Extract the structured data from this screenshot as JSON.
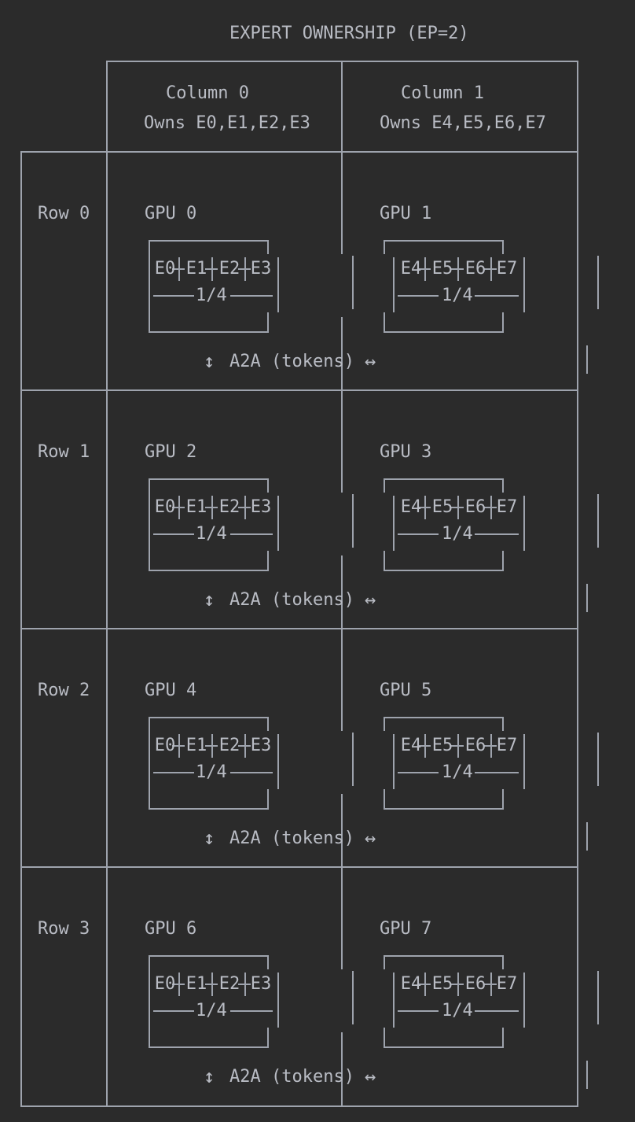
{
  "title": "EXPERT OWNERSHIP (EP=2)",
  "columns": [
    {
      "label": "Column 0",
      "owns": "Owns E0,E1,E2,E3"
    },
    {
      "label": "Column 1",
      "owns": "Owns E4,E5,E6,E7"
    }
  ],
  "rows": [
    {
      "label": "Row 0",
      "gpus": [
        {
          "label": "GPU 0",
          "experts": [
            "E0",
            "E1",
            "E2",
            "E3"
          ],
          "share": "1/4"
        },
        {
          "label": "GPU 1",
          "experts": [
            "E4",
            "E5",
            "E6",
            "E7"
          ],
          "share": "1/4"
        }
      ],
      "a2a": {
        "arrow_left": "↕",
        "text": "A2A (tokens)",
        "arrow_right": "↔"
      }
    },
    {
      "label": "Row 1",
      "gpus": [
        {
          "label": "GPU 2",
          "experts": [
            "E0",
            "E1",
            "E2",
            "E3"
          ],
          "share": "1/4"
        },
        {
          "label": "GPU 3",
          "experts": [
            "E4",
            "E5",
            "E6",
            "E7"
          ],
          "share": "1/4"
        }
      ],
      "a2a": {
        "arrow_left": "↕",
        "text": "A2A (tokens)",
        "arrow_right": "↔"
      }
    },
    {
      "label": "Row 2",
      "gpus": [
        {
          "label": "GPU 4",
          "experts": [
            "E0",
            "E1",
            "E2",
            "E3"
          ],
          "share": "1/4"
        },
        {
          "label": "GPU 5",
          "experts": [
            "E4",
            "E5",
            "E6",
            "E7"
          ],
          "share": "1/4"
        }
      ],
      "a2a": {
        "arrow_left": "↕",
        "text": "A2A (tokens)",
        "arrow_right": "↔"
      }
    },
    {
      "label": "Row 3",
      "gpus": [
        {
          "label": "GPU 6",
          "experts": [
            "E0",
            "E1",
            "E2",
            "E3"
          ],
          "share": "1/4"
        },
        {
          "label": "GPU 7",
          "experts": [
            "E4",
            "E5",
            "E6",
            "E7"
          ],
          "share": "1/4"
        }
      ],
      "a2a": {
        "arrow_left": "↕",
        "text": "A2A (tokens)",
        "arrow_right": "↔"
      }
    }
  ],
  "colors": {
    "background": "#2b2b2b",
    "text": "#b9bcc4",
    "lines": "#9ea3ad"
  }
}
